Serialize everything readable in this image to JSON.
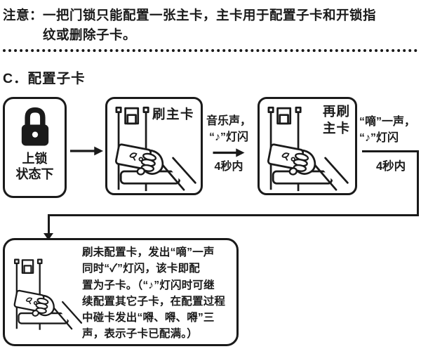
{
  "page": {
    "background": "#ffffff",
    "ink": "#1a1a1a"
  },
  "notice": {
    "label": "注意：",
    "line1": "一把门锁只能配置一张主卡，主卡用于配置子卡和开锁指",
    "line2": "纹或删除子卡。"
  },
  "section_heading": "C．配置子卡",
  "flow": {
    "locked_state": {
      "line1": "上锁",
      "line2": "状态下"
    },
    "swipe_master": {
      "label": "刷主卡"
    },
    "transition1": {
      "sound": "音乐声，",
      "indicator": "“♪”灯闪",
      "duration": "4秒内"
    },
    "swipe_master_again": {
      "line1": "再刷",
      "line2": "主卡"
    },
    "transition2": {
      "sound": "“嘀”一声，",
      "indicator": "“♪”灯闪",
      "duration": "4秒内"
    }
  },
  "result_box": {
    "lines": [
      "刷未配置卡，发出“嘀”一声",
      "同时“✓”灯闪，该卡即配",
      "置为子卡。（“♪”灯闪时可继",
      "续配置其它子卡，在配置过程",
      "中碰卡发出“嘚、嘚、嘚”三",
      "声，表示子卡已配满。）"
    ]
  },
  "icons": {
    "lock_icon": "padlock",
    "flow_arrow_icon": "→",
    "down_arrowhead_icon": "▼",
    "music_note_indicator": "♪",
    "check_indicator": "✓"
  }
}
